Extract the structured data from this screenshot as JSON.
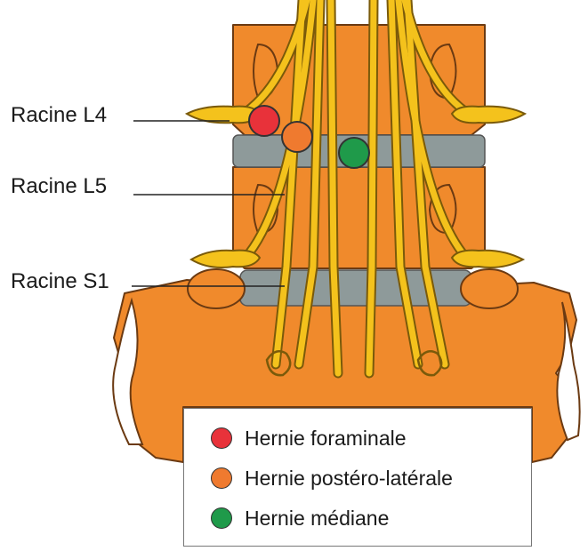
{
  "root_labels": {
    "l4": "Racine L4",
    "l5": "Racine L5",
    "s1": "Racine S1"
  },
  "legend": {
    "items": [
      {
        "label": "Hernie foraminale",
        "color": "#e8323a"
      },
      {
        "label": "Hernie postéro-latérale",
        "color": "#ef7a2f"
      },
      {
        "label": "Hernie médiane",
        "color": "#1f9a4a"
      }
    ]
  },
  "colors": {
    "bone": "#f08a2c",
    "bone_outline": "#6b3a12",
    "disc": "#8e9a9a",
    "nerve": "#f4c21c",
    "nerve_outline": "#7a5a0a"
  }
}
